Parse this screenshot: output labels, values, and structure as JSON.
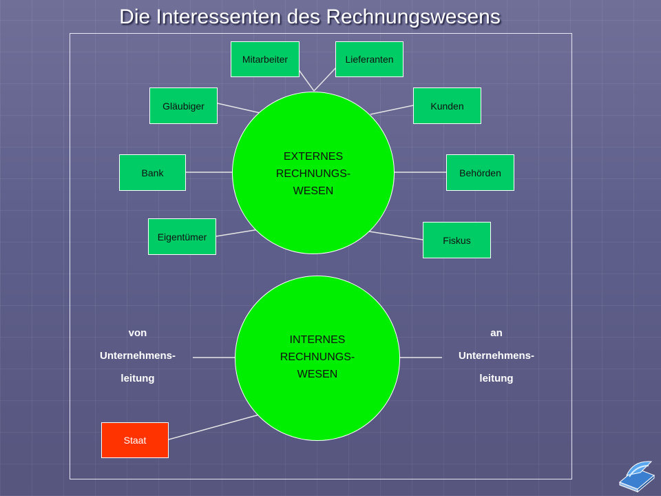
{
  "title": "Die Interessenten des Rechnungswesens",
  "external_center": {
    "line1": "EXTERNES",
    "line2": "RECHNUNGS-",
    "line3": "WESEN"
  },
  "internal_center": {
    "line1": "INTERNES",
    "line2": "RECHNUNGS-",
    "line3": "WESEN"
  },
  "stakeholders": {
    "mitarbeiter": "Mitarbeiter",
    "lieferanten": "Lieferanten",
    "glaeubiger": "Gläubiger",
    "kunden": "Kunden",
    "bank": "Bank",
    "behoerden": "Behörden",
    "eigentuemer": "Eigentümer",
    "fiskus": "Fiskus",
    "staat": "Staat"
  },
  "internal_left": {
    "line1": "von",
    "line2": "Unternehmens-",
    "line3": "leitung"
  },
  "internal_right": {
    "line1": "an",
    "line2": "Unternehmens-",
    "line3": "leitung"
  },
  "colors": {
    "stakeholder_box": "#00cc66",
    "state_box": "#ff3300",
    "circle": "#00ee00",
    "background": "#5f5f8c"
  },
  "icons": {
    "corner": "book-icon"
  }
}
